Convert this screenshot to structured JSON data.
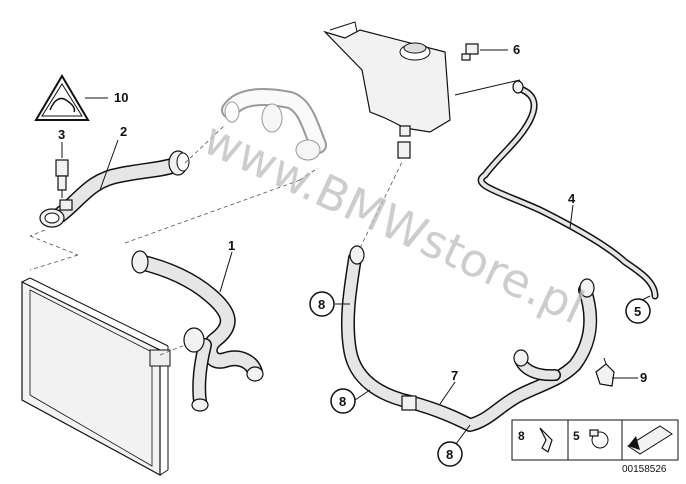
{
  "diagram": {
    "watermark": "www.BMWstore.pl",
    "reference_number": "00158526",
    "callouts": {
      "radiator_hose_upper_lower": "1",
      "hose_engine": "2",
      "sensor": "3",
      "line_vent": "4",
      "clamp_ref_right": "5",
      "bleeder_screw": "6",
      "hose_lower": "7",
      "clip_left_1": "8",
      "clip_left_2": "8",
      "clip_bottom": "8",
      "bracket": "9",
      "warning_label": "10"
    },
    "legend": {
      "item_a": "8",
      "item_b": "5"
    }
  },
  "colors": {
    "line": "#111111",
    "watermark": "#bdbdbd",
    "part_fill": "#f2f2f2"
  }
}
